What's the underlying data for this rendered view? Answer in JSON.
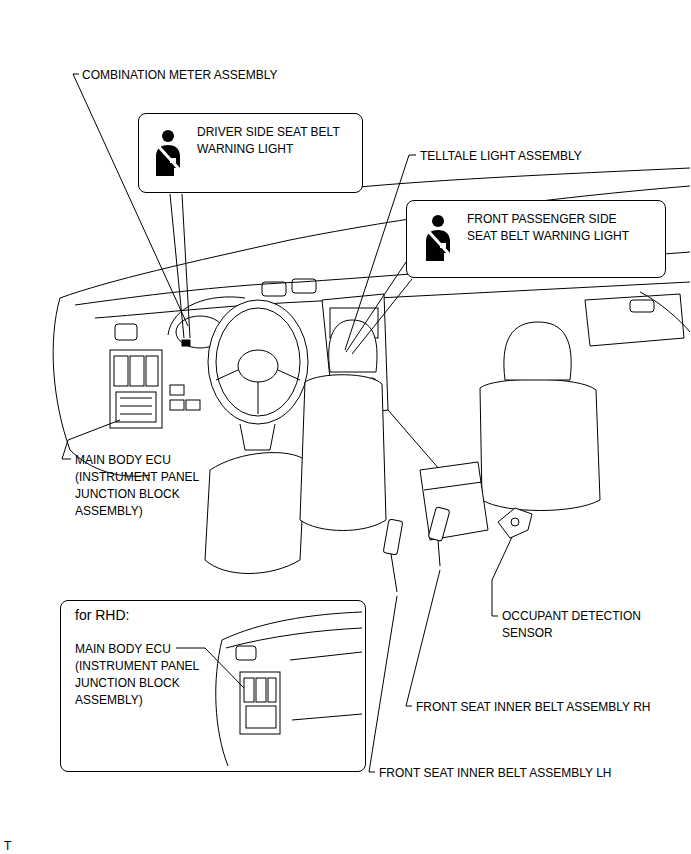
{
  "diagram": {
    "nodes": [
      {
        "text": [
          "DRIVER SIDE SEAT BELT WARNING LIGHT"
        ]
      },
      {
        "text": [
          "FRONT PASSENGER SIDE SEAT BELT WARNING LIGHT"
        ]
      },
      {
        "text": [
          "for RHD:",
          "MAIN BODY ECU (INSTRUMENT PANEL JUNCTION BLOCK ASSEMBLY)"
        ]
      }
    ],
    "labels": [
      "COMBINATION METER ASSEMBLY",
      "TELLTALE LIGHT ASSEMBLY",
      "MAIN BODY ECU (INSTRUMENT PANEL JUNCTION BLOCK ASSEMBLY)",
      "OCCUPANT DETECTION SENSOR",
      "FRONT SEAT INNER BELT ASSEMBLY RH",
      "FRONT SEAT INNER BELT ASSEMBLY LH",
      "T"
    ]
  }
}
